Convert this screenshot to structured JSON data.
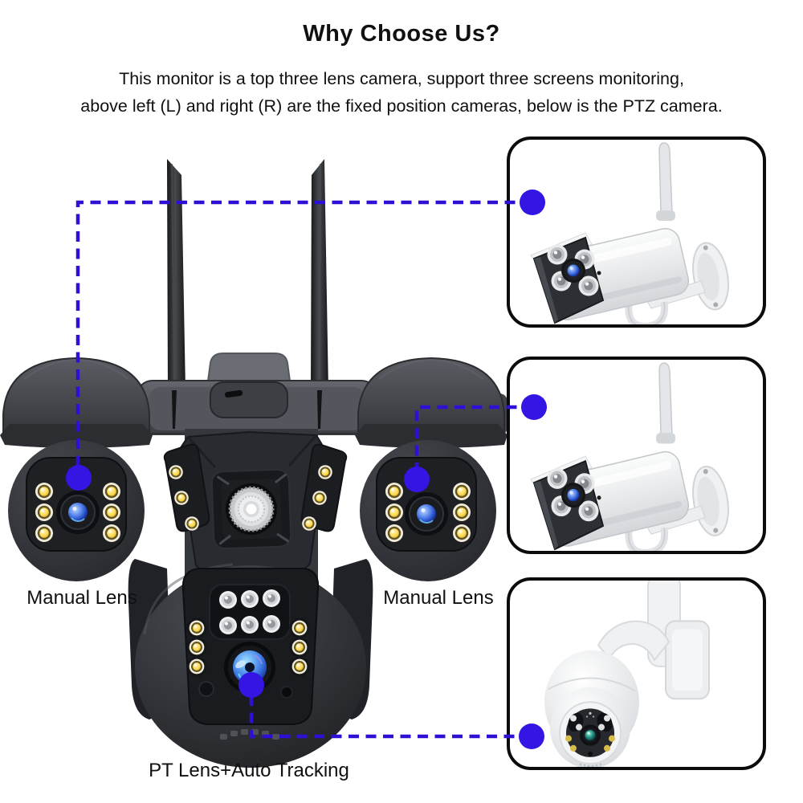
{
  "header": {
    "title": "Why Choose Us?",
    "description_line1": "This monitor is a top three lens camera, support three screens monitoring,",
    "description_line2": "above left (L) and right (R) are the fixed position cameras, below is the PTZ camera."
  },
  "labels": {
    "left_lens": "Manual Lens",
    "right_lens": "Manual Lens",
    "ptz_lens": "PT Lens+Auto Tracking"
  },
  "theme": {
    "accent": "#2C10D6",
    "dot": "#3315E4",
    "border": "#0B0B0B",
    "text": "#101010",
    "bg": "#FFFFFF"
  }
}
